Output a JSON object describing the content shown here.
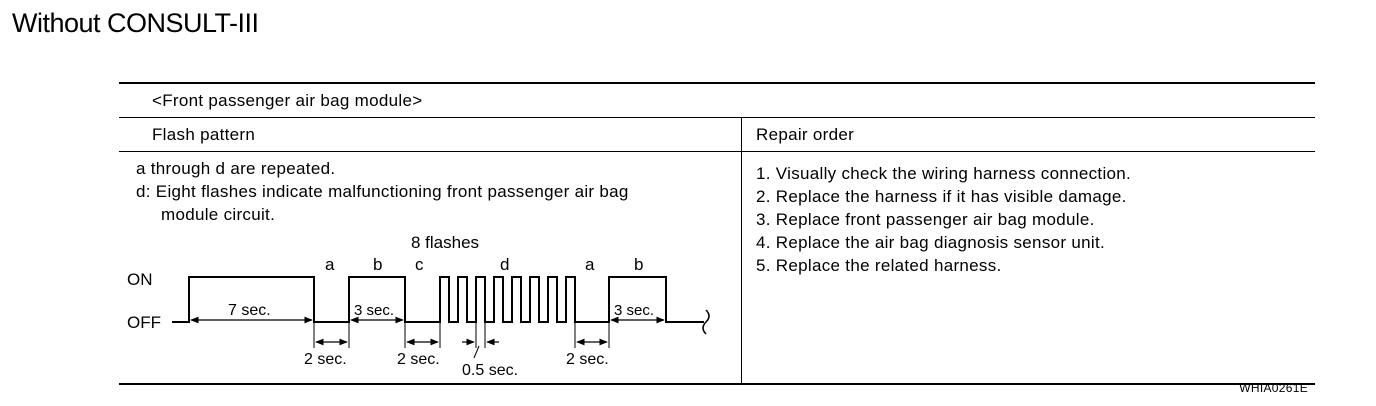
{
  "heading": "Without CONSULT-III",
  "table": {
    "title": "<Front passenger air bag module>",
    "col_flash": "Flash pattern",
    "col_repair": "Repair order",
    "flash_desc": [
      "a through d are repeated.",
      "d: Eight flashes indicate malfunctioning front passenger air bag",
      "module circuit."
    ],
    "repair_steps": [
      "1. Visually check the wiring harness connection.",
      "2. Replace the harness if it has visible damage.",
      "3. Replace front passenger air bag module.",
      "4. Replace the air bag diagnosis sensor unit.",
      "5. Replace the related harness."
    ]
  },
  "diagram": {
    "on_label": "ON",
    "off_label": "OFF",
    "flash_count_label": "8 flashes",
    "seg_a": "a",
    "seg_b": "b",
    "seg_c": "c",
    "seg_d": "d",
    "seg_a2": "a",
    "seg_b2": "b",
    "dur_7": "7 sec.",
    "dur_3": "3 sec.",
    "dur_3b": "3 sec.",
    "dur_2a": "2 sec.",
    "dur_2b": "2 sec.",
    "dur_2c": "2 sec.",
    "dur_05": "0.5 sec."
  },
  "figure_id": "WHIA0261E"
}
